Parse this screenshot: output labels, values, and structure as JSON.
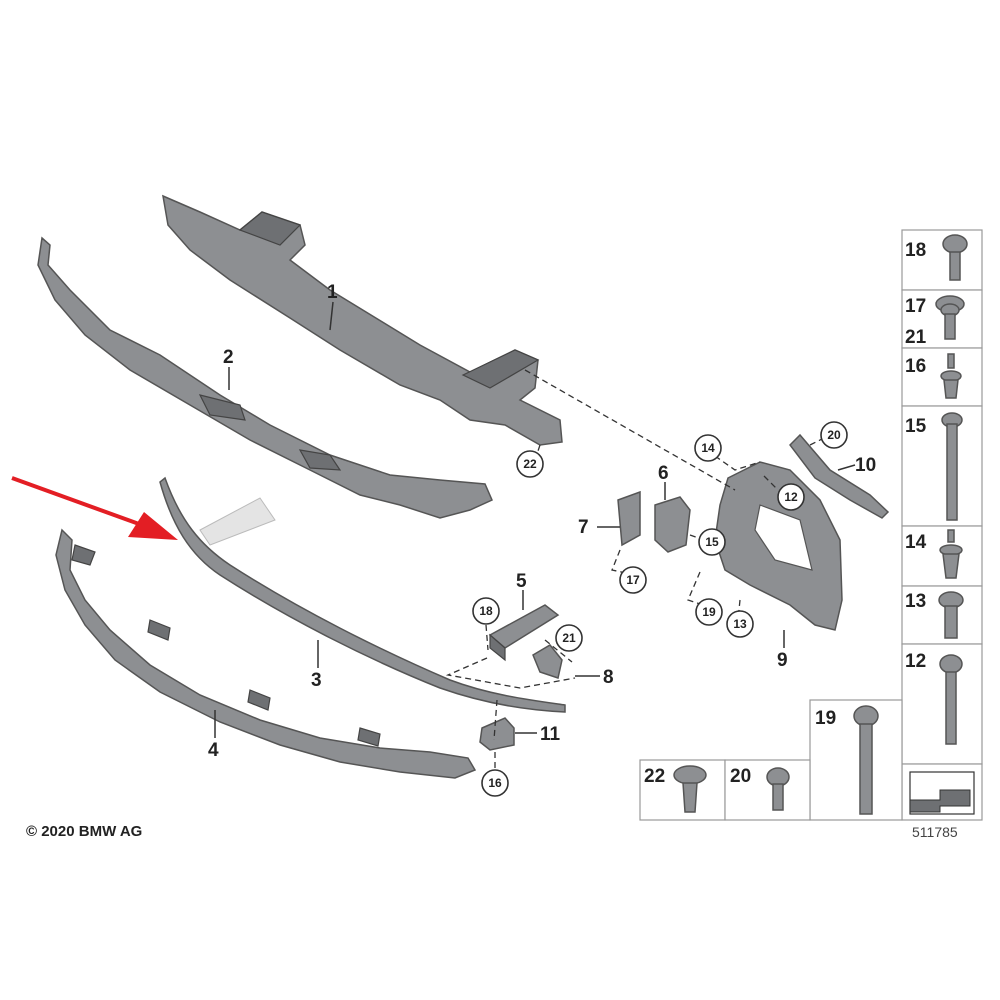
{
  "parts": [
    {
      "id": "1",
      "label": "1"
    },
    {
      "id": "2",
      "label": "2"
    },
    {
      "id": "3",
      "label": "3"
    },
    {
      "id": "4",
      "label": "4"
    },
    {
      "id": "5",
      "label": "5"
    },
    {
      "id": "6",
      "label": "6"
    },
    {
      "id": "7",
      "label": "7"
    },
    {
      "id": "8",
      "label": "8"
    },
    {
      "id": "9",
      "label": "9"
    },
    {
      "id": "10",
      "label": "10"
    },
    {
      "id": "11",
      "label": "11"
    }
  ],
  "circled": {
    "c22": "22",
    "c14": "14",
    "c20": "20",
    "c12": "12",
    "c15": "15",
    "c17": "17",
    "c18": "18",
    "c21": "21",
    "c19": "19",
    "c13": "13",
    "c16": "16"
  },
  "fasteners": {
    "f18": "18",
    "f17": "17",
    "f21": "21",
    "f16": "16",
    "f15": "15",
    "f14": "14",
    "f13": "13",
    "f12": "12",
    "f19": "19",
    "f22": "22",
    "f20": "20"
  },
  "copyright": "© 2020 BMW AG",
  "diagram_number": "511785",
  "highlight_color": "#e31e24"
}
